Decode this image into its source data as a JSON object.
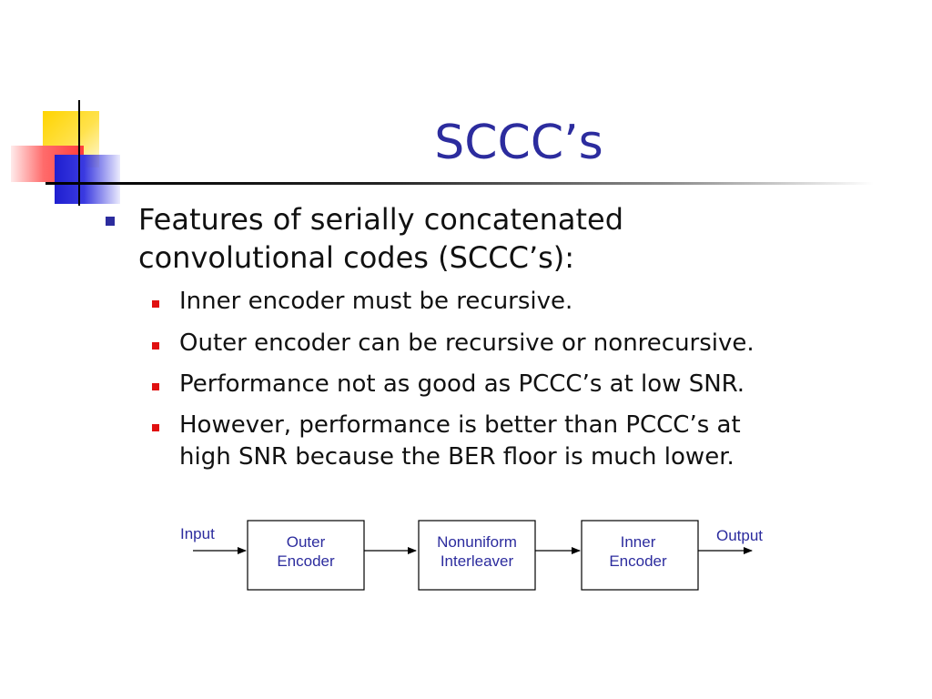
{
  "slide": {
    "title": "SCCC’s",
    "bullets": [
      {
        "text_line1": "Features of serially concatenated",
        "text_line2": "convolutional codes (SCCC’s):",
        "subitems": [
          {
            "line1": "Inner encoder must be recursive."
          },
          {
            "line1": "Outer encoder can be recursive or nonrecursive."
          },
          {
            "line1": "Performance not as good as PCCC’s at low SNR."
          },
          {
            "line1": "However, performance is better than PCCC’s at",
            "line2": "high SNR because the BER floor is much lower."
          }
        ]
      }
    ]
  },
  "diagram": {
    "input_label": "Input",
    "output_label": "Output",
    "blocks": [
      {
        "line1": "Outer",
        "line2": "Encoder"
      },
      {
        "line1": "Nonuniform",
        "line2": "Interleaver"
      },
      {
        "line1": "Inner",
        "line2": "Encoder"
      }
    ]
  },
  "colors": {
    "title": "#2c2c9e",
    "level1_bullet": "#2c2c9e",
    "level2_bullet": "#e01010",
    "diagram_text": "#2c2c9e"
  }
}
